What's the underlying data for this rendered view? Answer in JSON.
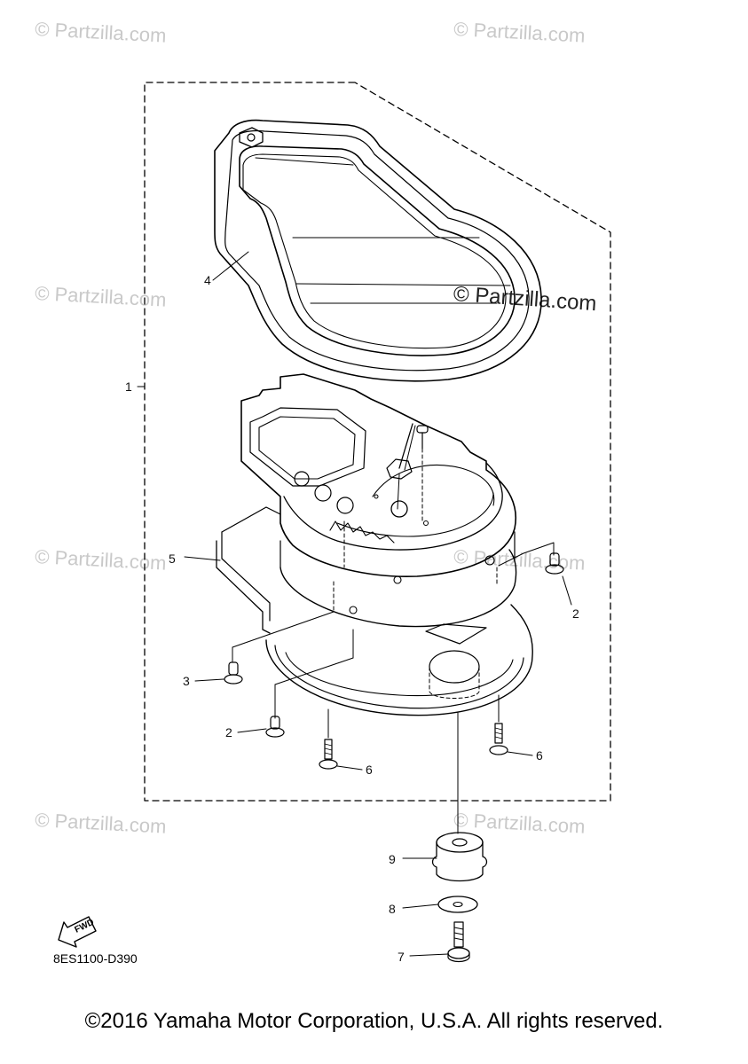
{
  "watermarks": [
    "© Partzilla.com",
    "© Partzilla.com",
    "© Partzilla.com",
    "© Partzilla.com",
    "© Partzilla.com",
    "© Partzilla.com",
    "© Partzilla.com",
    "© Partzilla.com"
  ],
  "callouts": [
    "1",
    "2",
    "2",
    "3",
    "4",
    "5",
    "6",
    "6",
    "7",
    "8",
    "9"
  ],
  "diagram_code": "8ES1100-D390",
  "fwd_label": "FWD",
  "copyright": "©2016 Yamaha Motor Corporation, U.S.A. All rights reserved."
}
